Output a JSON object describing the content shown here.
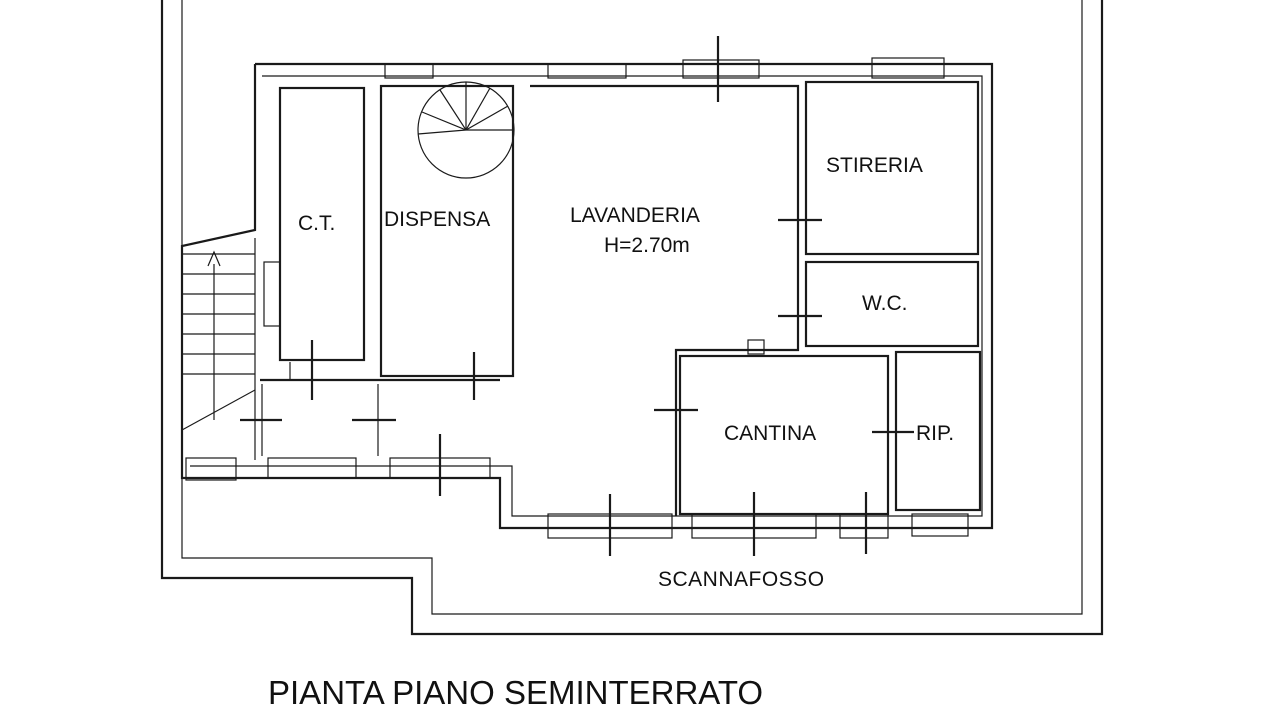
{
  "plan": {
    "title": "PIANTA PIANO SEMINTERRATO",
    "rooms": {
      "ct": "C.T.",
      "dispensa": "DISPENSA",
      "lavanderia": "LAVANDERIA",
      "lavanderia_height": "H=2.70m",
      "stireria": "STIRERIA",
      "wc": "W.C.",
      "cantina": "CANTINA",
      "rip": "RIP."
    },
    "perimeter_label": "SCANNAFOSSO"
  }
}
